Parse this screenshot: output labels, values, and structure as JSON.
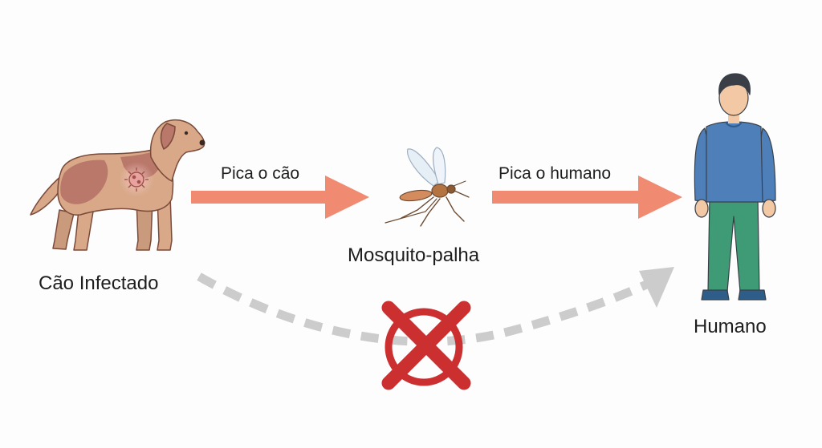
{
  "nodes": {
    "dog": {
      "label": "Cão Infectado",
      "icon": "infected-dog-icon"
    },
    "mosquito": {
      "label": "Mosquito-palha",
      "icon": "sandfly-mosquito-icon"
    },
    "human": {
      "label": "Humano",
      "icon": "human-person-icon"
    }
  },
  "edges": {
    "dog_to_mosquito": {
      "label": "Pica o cão",
      "style": "solid-arrow",
      "color": "#f08a70"
    },
    "mosquito_to_human": {
      "label": "Pica o humano",
      "style": "solid-arrow",
      "color": "#f08a70"
    },
    "dog_to_human_direct": {
      "label": "",
      "style": "dashed-curved-arrow",
      "color": "#cccccc",
      "blocked": true,
      "block_marker": "red-crossed-circle-icon",
      "block_color": "#cc2f2f"
    }
  },
  "colors": {
    "arrow": "#f08a70",
    "dashed_arrow": "#cccccc",
    "block_mark": "#cc2f2f",
    "dog_body": "#d8a888",
    "dog_patch": "#b9786a",
    "human_shirt": "#4f7fb8",
    "human_pants": "#3f9a76",
    "human_skin": "#f3c8a4",
    "human_hair": "#3a3f47"
  }
}
